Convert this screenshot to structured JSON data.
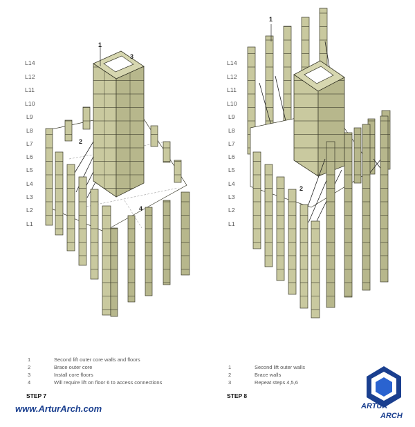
{
  "levels": [
    "L14",
    "L12",
    "L11",
    "L10",
    "L9",
    "L8",
    "L7",
    "L6",
    "L5",
    "L4",
    "L3",
    "L2",
    "L1"
  ],
  "step7": {
    "label": "STEP 7",
    "callouts": [
      "1",
      "2",
      "3",
      "4"
    ],
    "legend": [
      {
        "num": "1",
        "text": "Second lift outer core walls and floors"
      },
      {
        "num": "2",
        "text": "Brace outer core"
      },
      {
        "num": "3",
        "text": "Install core floors"
      },
      {
        "num": "4",
        "text": "Will require lift on floor 6 to access connections"
      }
    ]
  },
  "step8": {
    "label": "STEP 8",
    "callouts": [
      "1",
      "2"
    ],
    "legend": [
      {
        "num": "1",
        "text": "Second lift outer walls"
      },
      {
        "num": "2",
        "text": "Brace walls"
      },
      {
        "num": "3",
        "text": "Repeat steps 4,5,6"
      }
    ]
  },
  "watermark": {
    "url": "www.ArturArch.com",
    "logo_line1": "ARTUR",
    "logo_line2": "ARCH"
  },
  "colors": {
    "wall": "#c9c99f",
    "wall_dark": "#aeae85",
    "outline": "#3a3a2a",
    "accent": "#1a3f8f"
  }
}
